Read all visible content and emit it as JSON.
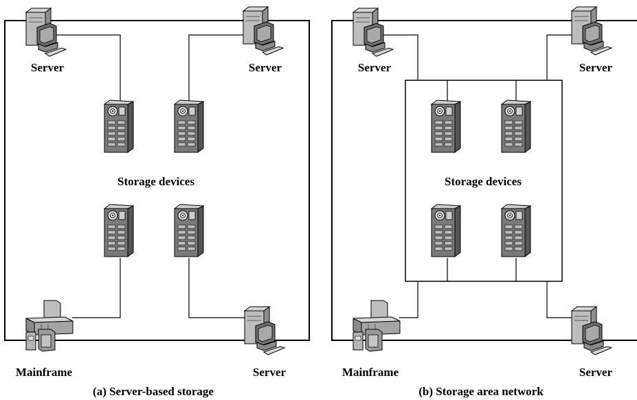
{
  "panel_a": {
    "caption": "(a) Server-based storage",
    "server_top_left": "Server",
    "server_top_right": "Server",
    "storage_label": "Storage devices",
    "mainframe": "Mainframe",
    "server_bottom_right": "Server"
  },
  "panel_b": {
    "caption": "(b) Storage area network",
    "server_top_left": "Server",
    "server_top_right": "Server",
    "storage_label": "Storage devices",
    "mainframe": "Mainframe",
    "server_bottom_right": "Server"
  }
}
